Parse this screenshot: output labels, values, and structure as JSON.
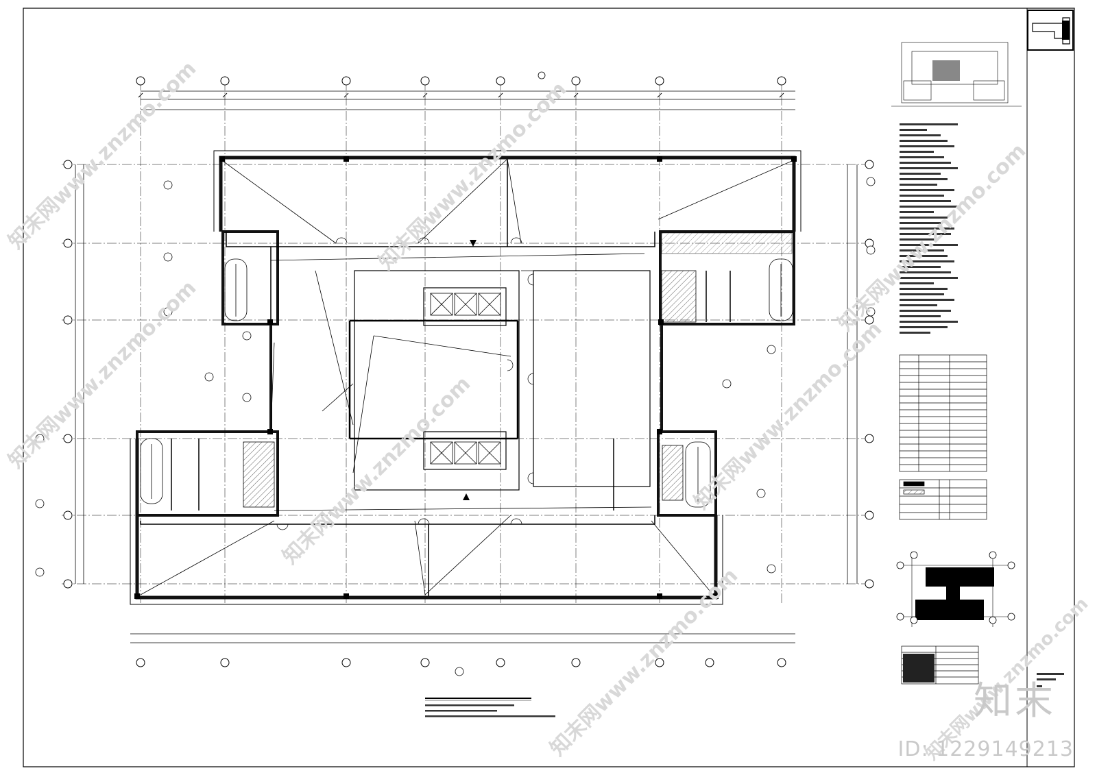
{
  "watermark": {
    "site_text": "知末网www.znzmo.com",
    "brand": "知末",
    "id_label": "ID: 1229149213"
  },
  "colors": {
    "line": "#000000",
    "wall": "#111111",
    "hatch": "#555555",
    "watermark": "#d0d0d0"
  }
}
